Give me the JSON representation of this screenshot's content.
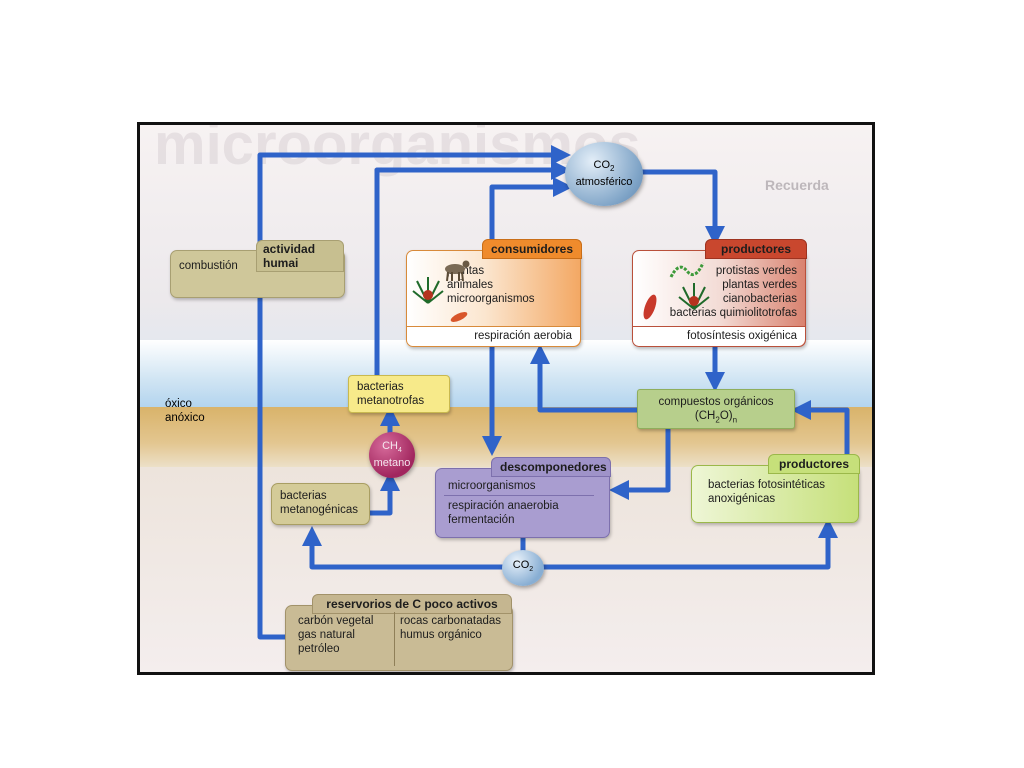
{
  "background_text": {
    "title_ghost": "microorganismos",
    "recuerda": "Recuerda"
  },
  "zones": {
    "oxico": "óxico",
    "anoxico": "anóxico"
  },
  "co2_top": {
    "formula": "CO",
    "sub": "2",
    "label": "atmosférico"
  },
  "actividad": {
    "header": "actividad humai",
    "items": [
      "combustión"
    ]
  },
  "consumidores": {
    "header": "consumidores",
    "items": [
      "plantas",
      "animales",
      "microorganismos"
    ],
    "process": "respiración aerobia"
  },
  "productores_top": {
    "header": "productores",
    "items": [
      "protistas verdes",
      "plantas verdes",
      "cianobacterias",
      "bacterias quimiolitotrofas"
    ],
    "process": "fotosíntesis oxigénica"
  },
  "compuestos": {
    "line1": "compuestos orgánicos",
    "formula": "(CH",
    "sub": "2",
    "formula_end": "O)",
    "subn": "n"
  },
  "metanotrofas": {
    "lines": [
      "bacterias",
      "metanotrofas"
    ]
  },
  "metano": {
    "formula": "CH",
    "sub": "4",
    "label": "metano"
  },
  "descomponedores": {
    "header": "descomponedores",
    "items": [
      "microorganismos"
    ],
    "process": [
      "respiración anaerobia",
      "fermentación"
    ]
  },
  "productores_bottom": {
    "header": "productores",
    "items": [
      "bacterias fotosintéticas",
      "anoxigénicas"
    ]
  },
  "metanogenicas": {
    "lines": [
      "bacterias",
      "metanogénicas"
    ]
  },
  "co2_bottom": {
    "formula": "CO",
    "sub": "2"
  },
  "reservorios": {
    "header": "reservorios de C poco activos",
    "left": [
      "carbón vegetal",
      "gas natural",
      "petróleo"
    ],
    "right": [
      "rocas carbonatadas",
      "humus orgánico"
    ]
  },
  "colors": {
    "arrow": "#2f63c9",
    "actividad": "#c7bf90",
    "consumidores_tab": "#ef8b2c",
    "productores_tab": "#c9472e",
    "compuestos": "#b7cf8c",
    "metanotrofas": "#f7ea8a",
    "metano": "#a1265e",
    "descomponedores": "#9f93c9",
    "productores_bottom": "#c6e07a",
    "metanogenicas": "#d4cb98",
    "reservorios": "#c5b690",
    "co2": "#7fa4c7"
  }
}
